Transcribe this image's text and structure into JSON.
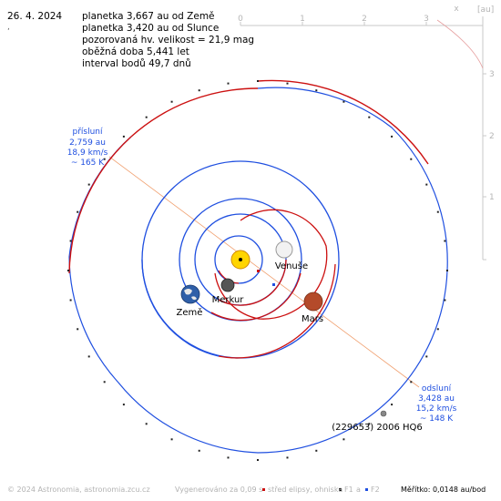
{
  "header": {
    "date": "26. 4. 2024",
    "lines": [
      "planetka 3,667 au od Země",
      "planetka 3,420 au od Slunce",
      "pozorovaná hv. velikost = 21,9 mag",
      "oběžná doba 5,441 let",
      "interval bodů 49,7 dnů"
    ]
  },
  "axes": {
    "x_ticks": [
      "0",
      "1",
      "2",
      "3"
    ],
    "y_ticks": [
      "1",
      "2",
      "3"
    ],
    "x_label": "x",
    "unit_label": "[au]"
  },
  "perihelion": {
    "title": "přísluní",
    "distance": "2,759 au",
    "speed": "18,9 km/s",
    "temp": "~ 165 K"
  },
  "aphelion": {
    "title": "odsluní",
    "distance": "3,428 au",
    "speed": "15,2 km/s",
    "temp": "~ 148 K"
  },
  "bodies": {
    "earth": "Země",
    "mercury": "Merkur",
    "venus": "Venuše",
    "mars": "Mars",
    "asteroid": "(229653) 2006 HQ6"
  },
  "footer": {
    "copyright": "© 2024 Astronomia, astronomia.zcu.cz",
    "generated": "Vygenerováno za 0,09 s",
    "center_legend": "střed elipsy, ohniska",
    "f1": "F1",
    "a": "a",
    "f2": "F2",
    "scale": "Měřítko: 0,0148 au/bod"
  },
  "colors": {
    "orbit_red": "#cc1010",
    "orbit_blue": "#1f4fe0",
    "apsides_line": "#f0a070",
    "axis_gray": "#b5b5b5"
  }
}
